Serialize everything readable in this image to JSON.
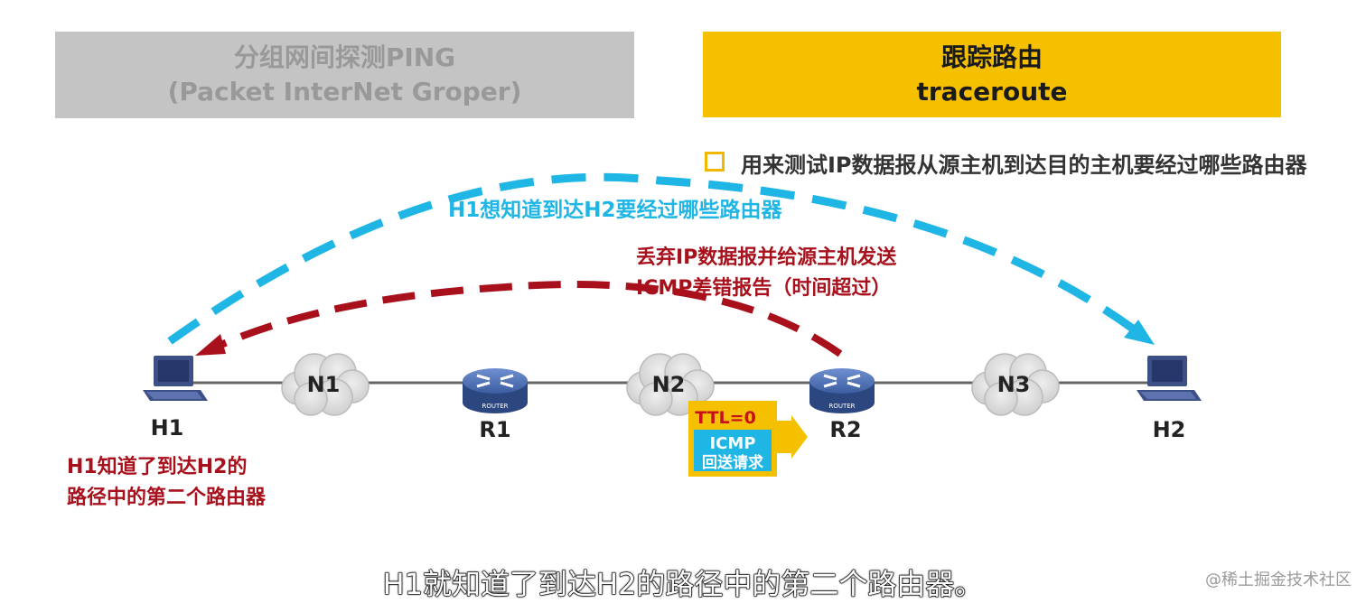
{
  "ping_box": {
    "line1": "分组网间探测PING",
    "line2": "(Packet InterNet Groper)"
  },
  "traceroute_box": {
    "line1": "跟踪路由",
    "line2": "traceroute"
  },
  "bullet": "用来测试IP数据报从源主机到达目的主机要经过哪些路由器",
  "blue_arc_label": "H1想知道到达H2要经过哪些路由器",
  "red_arc_label_1": "丢弃IP数据报并给源主机发送",
  "red_arc_label_2": "ICMP差错报告（时间超过）",
  "nodes": {
    "h1": "H1",
    "n1": "N1",
    "r1": "R1",
    "n2": "N2",
    "r2": "R2",
    "n3": "N3",
    "h2": "H2",
    "router_tag": "ROUTER"
  },
  "packet": {
    "ttl": "TTL=0",
    "icmp": "ICMP",
    "echo": "回送请求"
  },
  "h1_note_1": "H1知道了到达H2的",
  "h1_note_2": "路径中的第二个路由器",
  "subtitle": "H1就知道了到达H2的路径中的第二个路由器。",
  "watermark": "@稀土掘金技术社区",
  "colors": {
    "blue_arrow": "#1fb6e6",
    "red_arrow": "#a8101c",
    "header_yellow": "#f5c000",
    "header_gray": "#c4c4c4",
    "router_blue": "#3c5ea0"
  }
}
